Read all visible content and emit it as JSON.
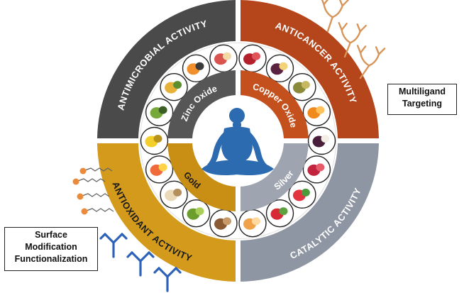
{
  "outer_ring": {
    "antimicrobial": {
      "label": "ANTIMICROBIAL ACTIVITY",
      "color": "#4a4a4a"
    },
    "anticancer": {
      "label": "ANTICANCER ACTIVITY",
      "color": "#b5461c"
    },
    "antioxidant": {
      "label": "ANTIOXIDANT ACTIVITY",
      "color": "#d39a1b"
    },
    "catalytic": {
      "label": "CATALYTIC ACTIVITY",
      "color": "#8e96a3"
    }
  },
  "inner_ring": {
    "zinc": {
      "label": "Zinc Oxide",
      "color": "#565656"
    },
    "copper": {
      "label": "Copper Oxide",
      "color": "#c4501d"
    },
    "gold": {
      "label": "Gold",
      "color": "#c88f14"
    },
    "silver": {
      "label": "Silver",
      "color": "#9ea5b0"
    }
  },
  "center": {
    "figure": "meditation-figure-icon",
    "figure_color": "#2d6bb0"
  },
  "fruits": [
    "apple",
    "pomegranate",
    "plum",
    "fennel-seeds",
    "orange",
    "mangosteen",
    "raspberries",
    "watermelon",
    "strawberries",
    "apricot",
    "nuts",
    "grapes",
    "garlic",
    "grapefruit",
    "banana",
    "green-grapes",
    "pineapple",
    "papaya"
  ],
  "callouts": {
    "multiligand": [
      "Multiligand",
      "Targeting"
    ],
    "surface": [
      "Surface",
      "Modification",
      "Functionalization"
    ]
  }
}
